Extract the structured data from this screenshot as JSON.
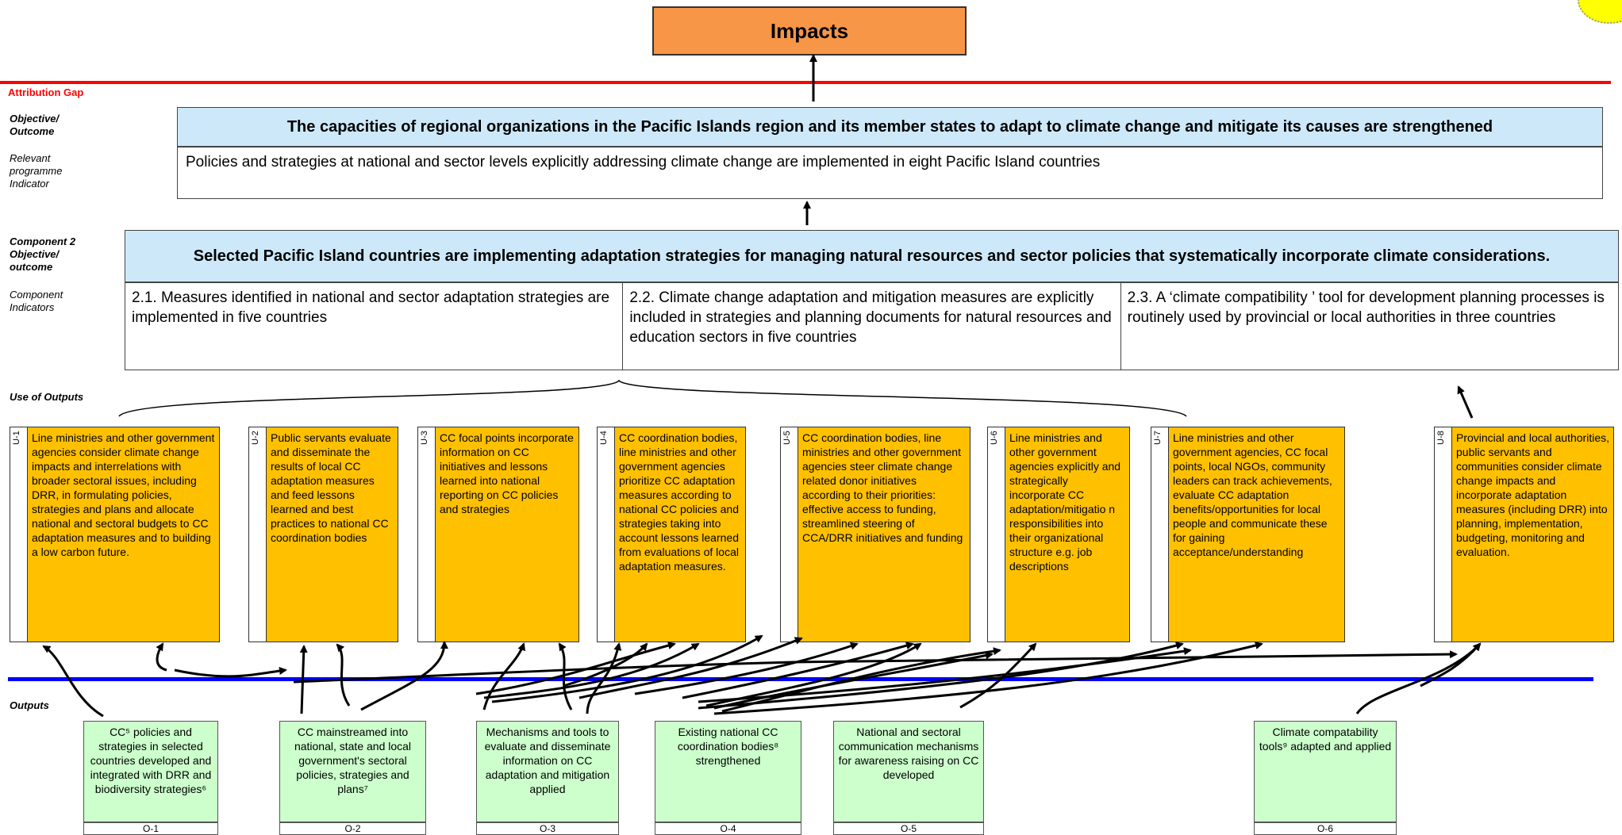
{
  "impacts": "Impacts",
  "attribution_gap": "Attribution Gap",
  "side_labels": {
    "objective": "Objective/ Outcome",
    "indicator": "Relevant programme Indicator",
    "component": "Component 2 Objective/ outcome",
    "comp_indicators": "Component Indicators",
    "use_of_outputs": "Use of Outputs",
    "outputs": "Outputs"
  },
  "objective": "The capacities of regional organizations in the Pacific Islands region and its member states to adapt to climate change and mitigate its causes are strengthened",
  "programme_indicator": "Policies and strategies at national and sector levels  explicitly addressing climate change are implemented in eight Pacific Island countries",
  "component_objective": "Selected Pacific Island countries are implementing adaptation strategies for managing natural resources and sector policies that systematically incorporate climate considerations.",
  "component_indicators": [
    "2.1.    Measures identified in national and sector adaptation strategies are implemented  in five countries",
    "2.2.   Climate change adaptation and mitigation measures  are explicitly included in strategies and planning documents for natural resources and education sectors in five countries",
    "2.3.    A ‘climate compatibility ’ tool for development planning processes is routinely used by provincial or local authorities in three countries"
  ],
  "uses": [
    {
      "id": "U-1",
      "text": "Line ministries and other government agencies consider climate change impacts and interrelations with broader sectoral issues, including DRR, in formulating policies, strategies and plans and allocate national and sectoral budgets to CC adaptation measures and to building a low carbon future."
    },
    {
      "id": "U-2",
      "text": "Public servants evaluate and disseminate the results of local CC adaptation measures and feed lessons learned and best practices to national CC coordination bodies"
    },
    {
      "id": "U-3",
      "text": "CC focal points incorporate information on CC initiatives and lessons learned into national reporting on CC policies and strategies"
    },
    {
      "id": "U-4",
      "text": "CC coordination bodies, line ministries and other government agencies prioritize CC adaptation measures according to national CC policies and strategies taking into account lessons learned from evaluations of local adaptation measures."
    },
    {
      "id": "U-5",
      "text": "CC coordination bodies, line ministries and other government agencies steer climate change related donor initiatives according to their priorities: effective access to funding, streamlined steering of CCA/DRR initiatives and funding"
    },
    {
      "id": "U-6",
      "text": "Line ministries and other government agencies explicitly and strategically incorporate CC adaptation/mitigatio n responsibilities into their organizational structure e.g. job descriptions"
    },
    {
      "id": "U-7",
      "text": "Line ministries and other government agencies, CC focal points, local NGOs, community leaders can track achievements, evaluate CC adaptation benefits/opportunities for local people and communicate these for gaining acceptance/understanding"
    },
    {
      "id": "U-8",
      "text": "Provincial and local authorities, public servants and communities consider climate change impacts and incorporate adaptation measures (including DRR) into planning, implementation, budgeting, monitoring and evaluation."
    }
  ],
  "outputs": [
    {
      "id": "O-1",
      "text": "CC⁵ policies and strategies in selected countries developed and integrated with DRR and biodiversity strategies⁶"
    },
    {
      "id": "O-2",
      "text": "CC mainstreamed into national, state and local government's sectoral policies, strategies and plans⁷"
    },
    {
      "id": "O-3",
      "text": "Mechanisms and tools to evaluate and disseminate information on CC adaptation and mitigation applied"
    },
    {
      "id": "O-4",
      "text": "Existing national CC coordination bodies⁸ strengthened"
    },
    {
      "id": "O-5",
      "text": "National and sectoral communication mechanisms for awareness raising on CC developed"
    },
    {
      "id": "O-6",
      "text": "Climate compatability tools⁹ adapted and applied"
    }
  ]
}
